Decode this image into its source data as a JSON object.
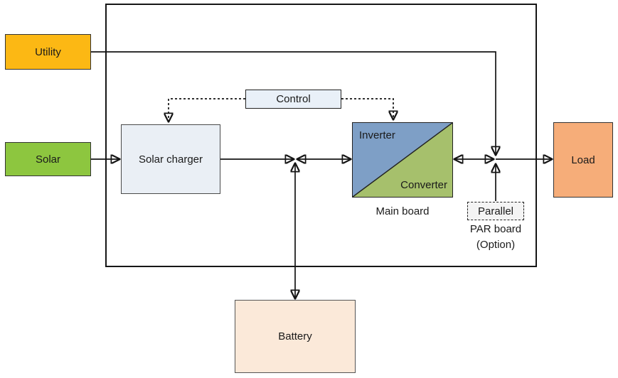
{
  "nodes": {
    "utility": "Utility",
    "solar": "Solar",
    "solar_charger": "Solar charger",
    "control": "Control",
    "inverter": "Inverter",
    "converter": "Converter",
    "load": "Load",
    "battery": "Battery",
    "parallel": "Parallel"
  },
  "captions": {
    "main_board": "Main board",
    "par_board": "PAR board",
    "par_option": "(Option)"
  },
  "colors": {
    "utility": "#FCB814",
    "solar": "#8DC63F",
    "charger": "#EAEFF5",
    "control": "#E9F0F8",
    "inverter": "#7E9FC6",
    "converter": "#A6C06C",
    "load": "#F6AD79",
    "battery": "#FBE9D9",
    "parallel": "#F4F4F4",
    "text": "#1A1A1A"
  }
}
